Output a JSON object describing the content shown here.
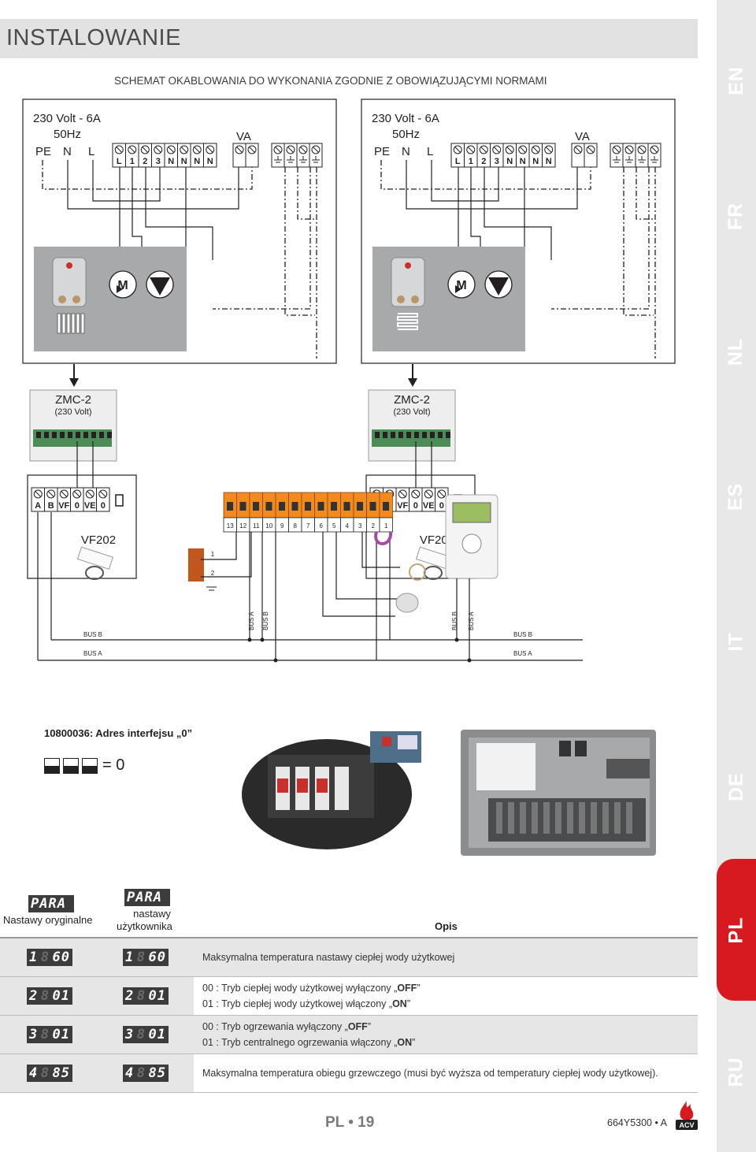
{
  "header": {
    "title": "INSTALOWANIE",
    "subtitle": "SCHEMAT OKABLOWANIA DO WYKONANIA ZGODNIE Z OBOWIĄZUJĄCYMI NORMAMI"
  },
  "languages": [
    "EN",
    "FR",
    "NL",
    "ES",
    "IT",
    "DE",
    "PL",
    "RU"
  ],
  "active_language": "PL",
  "colors": {
    "accent": "#d71920",
    "terminal_orange": "#f28a1e",
    "sidebar": "#e8e8e8",
    "lcd": "#3c3c3c"
  },
  "wiring": {
    "supply_line1": "230 Volt - 6A",
    "supply_line2": "50Hz",
    "power_terminals": [
      "PE",
      "N",
      "L"
    ],
    "relay_terminals": [
      "L",
      "1",
      "2",
      "3",
      "N",
      "N",
      "N",
      "N"
    ],
    "va_label": "VA",
    "motor_label": "M",
    "zmc_name": "ZMC-2",
    "zmc_voltage": "(230 Volt)",
    "vf_terminals": [
      "A",
      "B",
      "VF",
      "0",
      "VE",
      "0"
    ],
    "vf_module": "VF202",
    "orange_terminals": [
      "13",
      "12",
      "11",
      "10",
      "9",
      "8",
      "7",
      "6",
      "5",
      "4",
      "3",
      "2",
      "1"
    ],
    "sensor_pins": [
      "1",
      "2"
    ],
    "bus_a": "BUS A",
    "bus_b": "BUS B"
  },
  "interface": {
    "address_text": "10800036: Adres interfejsu „0”",
    "equals": "= 0"
  },
  "table": {
    "col_original": "Nastawy oryginalne",
    "col_user_1": "nastawy",
    "col_user_2": "użytkownika",
    "col_desc": "Opis",
    "para": "PARA",
    "rows": [
      {
        "param": "1",
        "orig": "60",
        "user": "60",
        "lines": [
          {
            "pre": "Maksymalna temperatura nastawy ciepłej wody użytkowej",
            "bold": "",
            "post": ""
          }
        ]
      },
      {
        "param": "2",
        "orig": "01",
        "user": "01",
        "lines": [
          {
            "pre": "00 : Tryb ciepłej wody użytkowej wyłączony „",
            "bold": "OFF",
            "post": "”"
          },
          {
            "pre": "01 : Tryb ciepłej wody użytkowej włączony „",
            "bold": "ON",
            "post": "”"
          }
        ]
      },
      {
        "param": "3",
        "orig": "01",
        "user": "01",
        "lines": [
          {
            "pre": "00 : Tryb ogrzewania wyłączony „",
            "bold": "OFF",
            "post": "”"
          },
          {
            "pre": "01 : Tryb centralnego ogrzewania włączony „",
            "bold": "ON",
            "post": "”"
          }
        ]
      },
      {
        "param": "4",
        "orig": "85",
        "user": "85",
        "lines": [
          {
            "pre": "Maksymalna temperatura obiegu grzewczego (musi być wyższa od temperatury ciepłej wody użytkowej).",
            "bold": "",
            "post": ""
          }
        ]
      }
    ]
  },
  "footer": {
    "page": "PL • 19",
    "code": "664Y5300 • A",
    "brand": "ACV"
  }
}
